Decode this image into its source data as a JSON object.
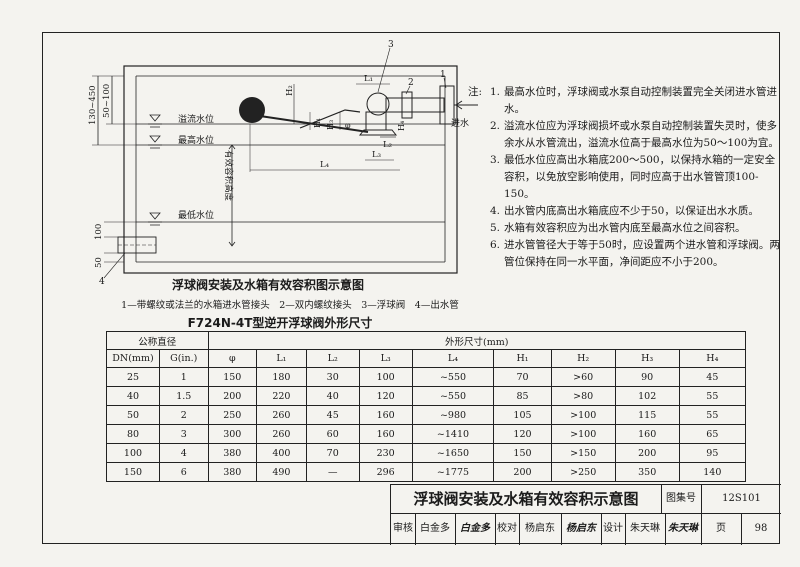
{
  "diagram": {
    "labels": {
      "dim_130_450": "130~450",
      "dim_50_100": "50~100",
      "overflow_level": "溢流水位",
      "max_level": "最高水位",
      "min_level": "最低水位",
      "effective_volume_height": "有效容积高度",
      "inlet": "进水",
      "dim_100": "100",
      "dim_50": "50",
      "H1": "H₁",
      "H2": "H₂",
      "H3": "H₃",
      "H4": "H₄",
      "L1": "L₁",
      "L2": "L₂",
      "L3": "L₃",
      "L4": "L₄",
      "phi": "φ",
      "c1": "1",
      "c2": "2",
      "c3": "3",
      "c4": "4"
    },
    "title": "浮球阀安装及水箱有效容积图示意图",
    "legend": "1—带螺纹或法兰的水箱进水管接头　2—双内螺纹接头　3—浮球阀　4—出水管"
  },
  "notes": {
    "head": "注:",
    "items": [
      {
        "num": "1.",
        "text": "最高水位时，浮球阀或水泵自动控制装置完全关闭进水管进水。"
      },
      {
        "num": "2.",
        "text": "溢流水位应为浮球阀损坏或水泵自动控制装置失灵时，使多余水从水管流出，溢流水位高于最高水位为50～100为宜。"
      },
      {
        "num": "3.",
        "text": "最低水位应高出水箱底200～500，以保持水箱的一定安全容积，以免放空影响使用，同时应高于出水管管顶100-150。"
      },
      {
        "num": "4.",
        "text": "出水管内底高出水箱底应不少于50，以保证出水水质。"
      },
      {
        "num": "5.",
        "text": "水箱有效容积应为出水管内底至最高水位之间容积。"
      },
      {
        "num": "6.",
        "text": "进水管管径大于等于50时，应设置两个进水管和浮球阀。两管位保持在同一水平面，净间距应不小于200。"
      }
    ]
  },
  "table": {
    "title": "F724N-4T型逆开浮球阀外形尺寸",
    "header_nominal": "公称直径",
    "header_dims": "外形尺寸(mm)",
    "sub_headers": [
      "DN(mm)",
      "G(in.)",
      "φ",
      "L₁",
      "L₂",
      "L₃",
      "L₄",
      "H₁",
      "H₂",
      "H₃",
      "H₄"
    ],
    "rows": [
      [
        "25",
        "1",
        "150",
        "180",
        "30",
        "100",
        "~550",
        "70",
        ">60",
        "90",
        "45"
      ],
      [
        "40",
        "1.5",
        "200",
        "220",
        "40",
        "120",
        "~550",
        "85",
        ">80",
        "102",
        "55"
      ],
      [
        "50",
        "2",
        "250",
        "260",
        "45",
        "160",
        "~980",
        "105",
        ">100",
        "115",
        "55"
      ],
      [
        "80",
        "3",
        "300",
        "260",
        "60",
        "160",
        "~1410",
        "120",
        ">100",
        "160",
        "65"
      ],
      [
        "100",
        "4",
        "380",
        "400",
        "70",
        "230",
        "~1650",
        "150",
        ">150",
        "200",
        "95"
      ],
      [
        "150",
        "6",
        "380",
        "490",
        "—",
        "296",
        "~1775",
        "200",
        ">250",
        "350",
        "140"
      ]
    ]
  },
  "titleblock": {
    "title": "浮球阀安装及水箱有效容积示意图",
    "atlas_label": "图集号",
    "atlas_no": "12S101",
    "review_label": "审核",
    "reviewer": "白金多",
    "reviewer_sig": "白金多",
    "check_label": "校对",
    "checker": "杨启东",
    "checker_sig": "杨启东",
    "design_label": "设计",
    "designer": "朱天琳",
    "designer_sig": "朱天琳",
    "page_label": "页",
    "page_no": "98"
  }
}
